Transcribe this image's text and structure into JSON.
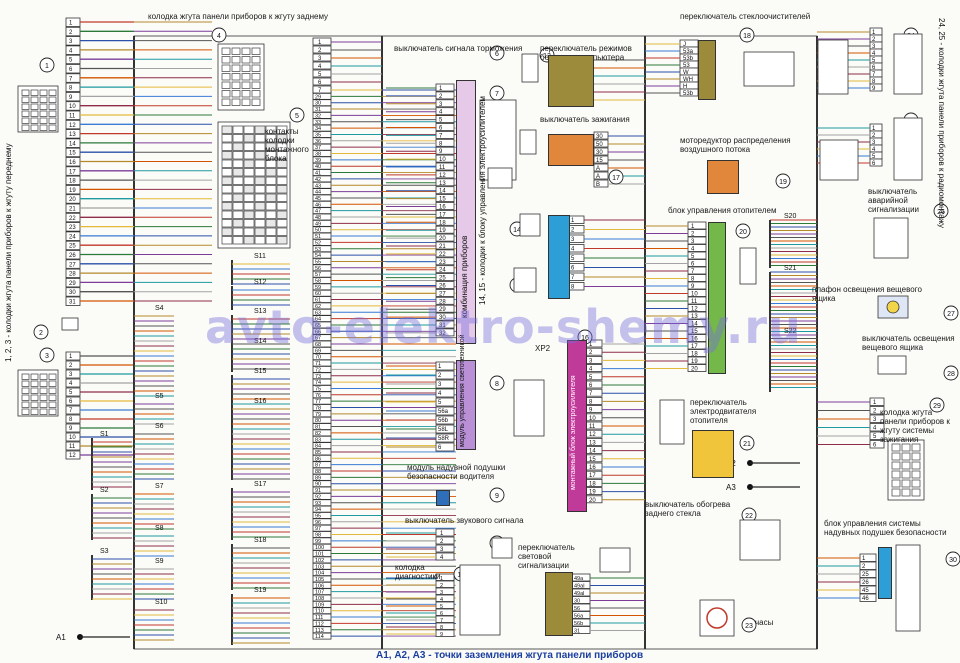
{
  "header": {
    "left_title": "колодка жгута панели приборов к жгуту заднему",
    "wipers_title": "переключатель стеклоочистителей",
    "brake_switch": "выключатель сигнала торможения",
    "computer_mode_switch": "переключатель режимов бортового компьютера",
    "ignition_switch": "выключатель зажигания",
    "air_flow_motor": "моторедуктор распределения воздушного потока",
    "heater_block": "блок управления отопителем"
  },
  "labels": {
    "left_vertical": "1, 2, 3 - колодки жгута панели приборов к жгуту переднему",
    "mounting_block": "контакты колодки монтажного блока",
    "instrument_cluster": "комбинация приборов",
    "electronic_control": "14, 15 - колодки к блоку управления электроусилителем",
    "headlamp_module": "модуль управления светотехникой",
    "airbag_module": "модуль надувной подушки безопасности водителя",
    "horn_switch": "выключатель звукового сигнала",
    "diag_socket": "колодка диагностики",
    "light_signal_switch": "переключатель световой сигнализации",
    "mount_block_label": "монтажный блок электроусилителя",
    "heater_motor_switch": "переключатель электродвигателя отопителя",
    "rear_window_switch": "выключатель обогрева заднего стекла",
    "clock": "часы",
    "hazard_switch": "выключатель аварийной сигнализации",
    "glovebox_lamp": "плафон освещения вещевого ящика",
    "glovebox_switch": "выключатель освещения вещевого ящика",
    "ignition_harness": "колодка жгута панели приборов к жгуту системы зажигания",
    "airbag_control": "блок управления системы надувных подушек безопасности",
    "right_vertical": "24, 25 - колодки жгута панели приборов к радиомонтажу",
    "xp2": "XP2"
  },
  "footer": "А1, А2, А3 - точки заземления жгута панели приборов",
  "watermark": "avto-elektro-shemy.ru",
  "ground_points": [
    "A1",
    "A2",
    "A3"
  ],
  "connector_numbers": [
    "1",
    "2",
    "3",
    "4",
    "5",
    "6",
    "7",
    "8",
    "9",
    "10",
    "11",
    "12",
    "13",
    "14",
    "15",
    "16",
    "17",
    "18",
    "19",
    "20",
    "21",
    "22",
    "23",
    "24",
    "25",
    "26",
    "27",
    "28",
    "29",
    "30"
  ],
  "splices": [
    "S1",
    "S2",
    "S3",
    "S4",
    "S5",
    "S6",
    "S7",
    "S8",
    "S9",
    "S10",
    "S11",
    "S12",
    "S13",
    "S14",
    "S15",
    "S16",
    "S17",
    "S18",
    "S19",
    "S20",
    "S21",
    "S22"
  ],
  "left_pins": [
    "1",
    "2",
    "3",
    "4",
    "5",
    "6",
    "7",
    "8",
    "9",
    "10",
    "11",
    "12",
    "13",
    "14",
    "15",
    "16",
    "17",
    "18",
    "19",
    "20",
    "21",
    "22",
    "23",
    "24",
    "25",
    "26",
    "27",
    "28",
    "29",
    "30",
    "31"
  ],
  "cluster_pins": [
    "1",
    "2",
    "3",
    "4",
    "5",
    "6",
    "7",
    "8",
    "9",
    "10",
    "11",
    "12",
    "13",
    "14",
    "15",
    "16",
    "17",
    "18",
    "19",
    "20",
    "21",
    "22",
    "23",
    "24",
    "25",
    "26",
    "27",
    "28",
    "29",
    "30",
    "31",
    "32"
  ],
  "mid_pins": [
    "28",
    "29",
    "30",
    "31",
    "32",
    "33",
    "34",
    "35",
    "36",
    "37",
    "38",
    "39",
    "40",
    "41",
    "42",
    "43",
    "44",
    "45",
    "46",
    "47",
    "48",
    "49",
    "50",
    "51",
    "52",
    "53",
    "54",
    "55",
    "56",
    "57",
    "58",
    "59",
    "60",
    "61",
    "62",
    "63",
    "64",
    "65",
    "66",
    "67",
    "68",
    "69",
    "70",
    "71",
    "72",
    "73",
    "74",
    "75",
    "76",
    "77",
    "78",
    "79",
    "80",
    "81",
    "82",
    "83",
    "84",
    "85",
    "86",
    "87",
    "88",
    "89",
    "90",
    "91",
    "92",
    "93",
    "94",
    "95",
    "96",
    "97",
    "98",
    "99",
    "100",
    "101",
    "102",
    "103",
    "104",
    "105",
    "106",
    "107",
    "108",
    "109",
    "110",
    "111",
    "112",
    "113",
    "114",
    "115"
  ],
  "heater_pins": [
    "1",
    "2",
    "3",
    "4",
    "5",
    "6",
    "7",
    "8",
    "9",
    "10",
    "11",
    "12",
    "13",
    "14",
    "15",
    "16",
    "17",
    "18",
    "19",
    "20"
  ],
  "ignition_pins": [
    "1",
    "2",
    "3",
    "4",
    "5",
    "6"
  ],
  "light_module_pins": [
    "1",
    "2",
    "3",
    "4",
    "5",
    "56a",
    "56b",
    "58L",
    "58R",
    "6"
  ],
  "light_signal_pins": [
    "49a",
    "49aI",
    "49al",
    "30",
    "56",
    "56a",
    "56b",
    "31"
  ],
  "airbag_pins": [
    "1",
    "2",
    "25",
    "26",
    "45",
    "46"
  ],
  "wiper_pins": [
    "J",
    "53a",
    "53b",
    "53",
    "W",
    "WH",
    "H",
    "53b"
  ],
  "ign_switch_pins": [
    "30",
    "50",
    "30",
    "15",
    "A",
    "A",
    "B"
  ],
  "colors": {
    "frame": "#333333",
    "cluster": "#e6c9e8",
    "light_module": "#b98fd6",
    "airbag": "#2f6fb9",
    "electrokit": "#c03a9a",
    "heater": "#74b84a",
    "wiper": "#9b8b3a",
    "controller": "#2e9fd6",
    "footer_text": "#1a3fa0"
  }
}
